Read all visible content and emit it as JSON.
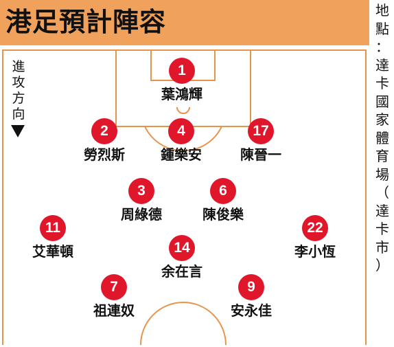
{
  "title": "港足預計陣容",
  "direction_label": "進攻方向",
  "venue": "地點：達卡國家體育場（達卡市）",
  "players": [
    {
      "number": "1",
      "name": "葉鴻輝"
    },
    {
      "number": "2",
      "name": "勞烈斯"
    },
    {
      "number": "4",
      "name": "鍾樂安"
    },
    {
      "number": "17",
      "name": "陳晉一"
    },
    {
      "number": "3",
      "name": "周綠德"
    },
    {
      "number": "6",
      "name": "陳俊樂"
    },
    {
      "number": "11",
      "name": "艾華頓"
    },
    {
      "number": "22",
      "name": "李小恆"
    },
    {
      "number": "14",
      "name": "余在言"
    },
    {
      "number": "7",
      "name": "祖連奴"
    },
    {
      "number": "9",
      "name": "安永佳"
    }
  ],
  "colors": {
    "header_bg": "#f0a25c",
    "pitch_lines": "#e9924a",
    "badge": "#e0162b"
  }
}
